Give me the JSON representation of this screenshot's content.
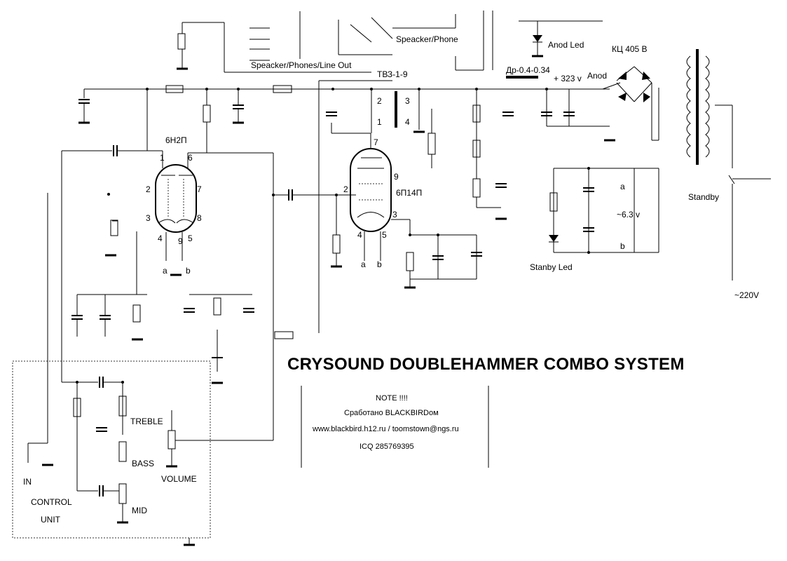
{
  "title": "CRYSOUND DOUBLEHAMMER COMBO SYSTEM",
  "note": {
    "heading": "NOTE !!!!",
    "line1": "Сработано BLACKBIRDом",
    "line2": "www.blackbird.h12.ru / toomstown@ngs.ru",
    "line3": "ICQ 285769395"
  },
  "labels": {
    "speaker_phones_line_out": "Speacker/Phones/Line Out",
    "speaker_phone": "Speacker/Phone",
    "tv_transformer": "ТВЗ-1-9",
    "choke": "Др-0.4-0.34",
    "anode_voltage": "+ 323 v",
    "anod": "Anod",
    "anod_led": "Anod Led",
    "bridge": "КЦ 405 В",
    "standby": "Standby",
    "heater_voltage": "~6.3 v",
    "stanby_led": "Stanby Led",
    "mains": "~220V",
    "tube1": "6Н2П",
    "tube2": "6П14П",
    "treble": "TREBLE",
    "bass": "BASS",
    "mid": "MID",
    "volume": "VOLUME",
    "in": "IN",
    "control_unit_1": "CONTROL",
    "control_unit_2": "UNIT",
    "t1_pin1": "1",
    "t1_pin2": "2",
    "t1_pin3": "3",
    "t1_pin4": "4",
    "t1_pin5": "5",
    "t1_pin6": "6",
    "t1_pin7": "7",
    "t1_pin8": "8",
    "t1_pin9": "9",
    "t1_a": "a",
    "t1_b": "b",
    "t2_pin2": "2",
    "t2_pin3": "3",
    "t2_pin4": "4",
    "t2_pin5": "5",
    "t2_pin7": "7",
    "t2_pin9": "9",
    "t2_a": "a",
    "t2_b": "b",
    "tr_pin1": "1",
    "tr_pin2": "2",
    "tr_pin3": "3",
    "tr_pin4": "4",
    "heat_a": "a",
    "heat_b": "b"
  },
  "colors": {
    "ink": "#000000",
    "paper": "#ffffff"
  }
}
